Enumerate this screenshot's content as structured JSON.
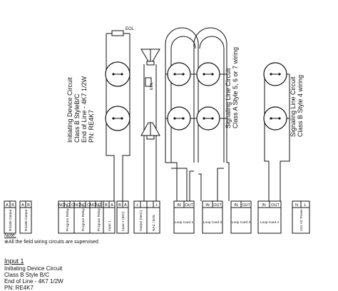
{
  "eol_resistor": {
    "label": "EOL"
  },
  "circuit_labels": {
    "initiating": [
      "Initiating Device Circuit",
      "Class B StyleB/C",
      "End of Line - 4K7 1/2W",
      "PN: RE4K7"
    ],
    "slc_class_a": [
      "Signaling Line Circuit",
      "Class A Style 5, 6 or 7 wiring"
    ],
    "slc_class_b": [
      "Signaling Line Circuit",
      "Class B Style 4 wiring"
    ],
    "nac_eol": "EOL"
  },
  "terminal_groups": [
    {
      "name": "RS485 Output",
      "pins": [
        "A",
        "B"
      ]
    },
    {
      "name": "RS485 Output",
      "pins": [
        "A",
        "B"
      ]
    },
    {
      "name": "Program Relay 1",
      "pins": [
        "NC",
        "NO",
        "C"
      ]
    },
    {
      "name": "Program Relay 2",
      "pins": [
        "NC",
        "NO",
        "C"
      ]
    },
    {
      "name": "Program Relay 3",
      "pins": [
        "NC",
        "NO",
        "C"
      ]
    },
    {
      "name": "Input 1",
      "pins": [
        "B",
        "A"
      ]
    },
    {
      "name": "Input 2 (IDC)",
      "pins": [
        "B",
        "A"
      ]
    },
    {
      "name": "Output (NAC)",
      "pins": [
        "+",
        "-"
      ]
    },
    {
      "name": "NAC / EOL",
      "pins": [
        "-",
        "+"
      ]
    },
    {
      "name": "Loop Card 1",
      "pins": [
        "IN",
        "OUT"
      ]
    },
    {
      "name": "Loop Card 2",
      "pins": [
        "IN",
        "OUT"
      ]
    },
    {
      "name": "Loop Card 3",
      "pins": [
        "IN",
        "OUT"
      ]
    },
    {
      "name": "Loop Card 4",
      "pins": [
        "IN",
        "OUT"
      ]
    },
    {
      "name": "24V AC Power",
      "pins": [
        "N",
        "L"
      ]
    }
  ],
  "notes": {
    "title": "Note:",
    "line": "⊗All the field wiring circuits are supervised"
  },
  "input_info": {
    "title": "Input 1",
    "lines": [
      "Initiating Device Circuit",
      "Class B Style B/C",
      "End of Line - 4K7 1/2W",
      "PN: RE4K7"
    ]
  },
  "colors": {
    "line": "#111111",
    "background": "#ffffff"
  }
}
